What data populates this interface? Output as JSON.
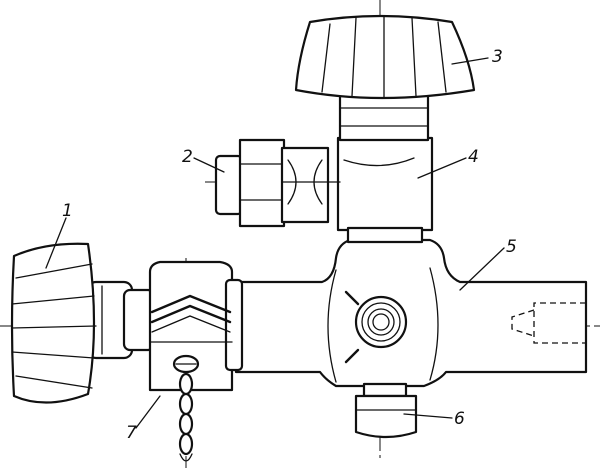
{
  "callouts": [
    {
      "id": "handwheel-left",
      "label": "1"
    },
    {
      "id": "side-plug",
      "label": "2"
    },
    {
      "id": "handwheel-top",
      "label": "3"
    },
    {
      "id": "upper-valve-body",
      "label": "4"
    },
    {
      "id": "main-valve-body",
      "label": "5"
    },
    {
      "id": "bottom-nipple",
      "label": "6"
    },
    {
      "id": "cap-with-chain",
      "label": "7"
    }
  ],
  "colors": {
    "ink": "#111111",
    "paper": "#ffffff"
  }
}
